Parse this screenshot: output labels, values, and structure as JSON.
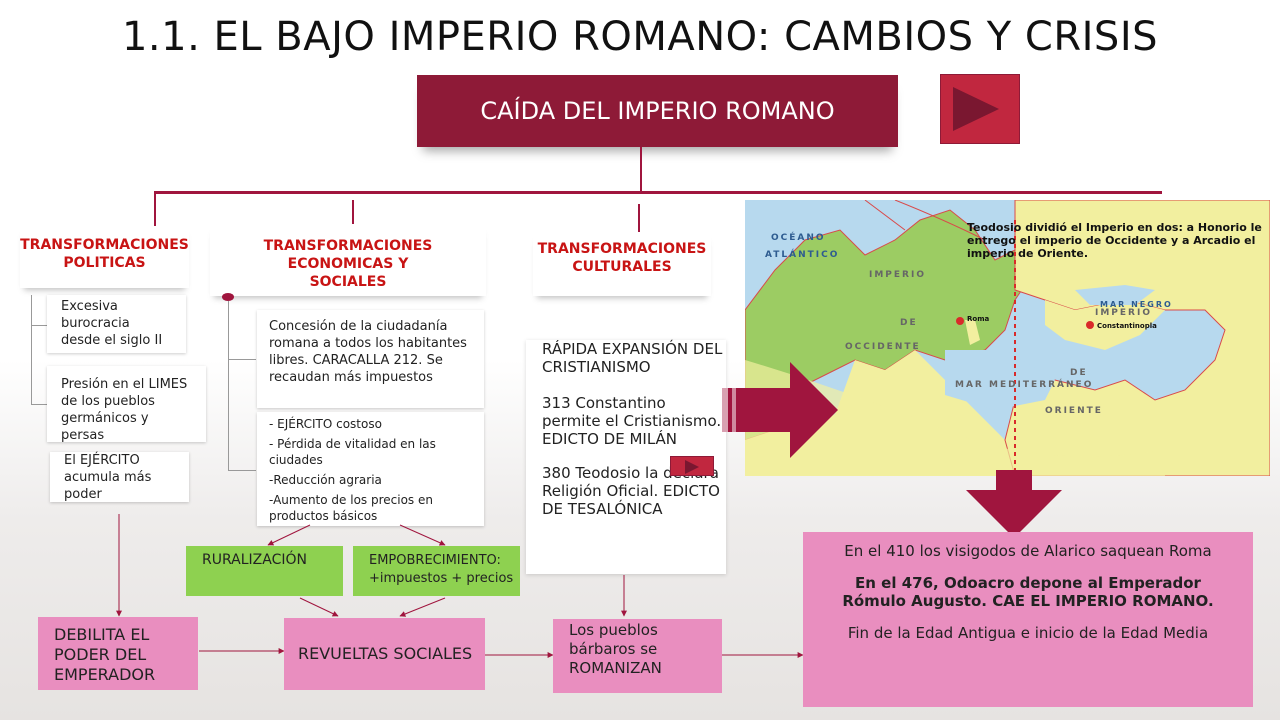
{
  "title": "1.1. EL BAJO IMPERIO ROMANO: CAMBIOS Y CRISIS",
  "main_box": "CAÍDA DEL IMPERIO ROMANO",
  "columns": {
    "politicas": {
      "heading": "TRANSFORMACIONES POLITICAS",
      "items": [
        "Excesiva burocracia desde el siglo II",
        "Presión en el LIMES de los pueblos germánicos y persas",
        "El EJÉRCITO acumula más poder"
      ]
    },
    "economicas": {
      "heading": "TRANSFORMACIONES ECONOMICAS Y SOCIALES",
      "item1": "Concesión de la ciudadanía romana a todos los habitantes libres. CARACALLA 212. Se recaudan más impuestos",
      "item2_lines": [
        "- EJÉRCITO costoso",
        "- Pérdida de vitalidad en las ciudades",
        "-Reducción agraria",
        "-Aumento de los precios en productos básicos"
      ]
    },
    "culturales": {
      "heading": "TRANSFORMACIONES CULTURALES",
      "p1": "RÁPIDA EXPANSIÓN DEL CRISTIANISMO",
      "p2": "313 Constantino permite el Cristianismo. EDICTO DE MILÁN",
      "p3": "380 Teodosio la declara Religión Oficial. EDICTO DE TESALÓNICA"
    }
  },
  "green_boxes": {
    "ruralizacion": "RURALIZACIÓN",
    "empobrecimiento": "EMPOBRECIMIENTO: +impuestos + precios"
  },
  "pink_boxes": {
    "debilita": "DEBILITA EL PODER DEL EMPERADOR",
    "revueltas": "REVUELTAS SOCIALES",
    "pueblos": "Los pueblos bárbaros se ROMANIZAN",
    "final_line1": "En el 410 los visigodos de Alarico saquean Roma",
    "final_line2": "En el 476, Odoacro depone al Emperador Rómulo Augusto. CAE EL IMPERIO ROMANO.",
    "final_line3": "Fin de la Edad Antigua e inicio de la Edad Media"
  },
  "map": {
    "caption": "Teodosio dividió el Imperio en dos: a Honorio le entrego el imperio de Occidente  y a Arcadio el imperio de Oriente.",
    "labels": {
      "oceano": "OCÉANO",
      "atlantico": "ATLÁNTICO",
      "imperio_w": "IMPERIO",
      "de_w": "DE",
      "occidente": "OCCIDENTE",
      "mar_negro": "MAR NEGRO",
      "imperio_e": "IMPERIO",
      "de_e": "DE",
      "oriente": "ORIENTE",
      "mar_med": "MAR MEDITERRÁNEO",
      "roma": "Roma",
      "constantinopla": "Constantinopla"
    }
  },
  "colors": {
    "burgundy": "#8e1a37",
    "heading_red": "#c81414",
    "pink": "#e98ebf",
    "green": "#8ed150",
    "map_sea": "#b7d9ee",
    "map_west": "#9ccc63",
    "map_east": "#f2ef9f"
  },
  "icons": [
    "play-icon",
    "small-play-icon",
    "right-arrow-icon",
    "down-arrow-icon"
  ]
}
